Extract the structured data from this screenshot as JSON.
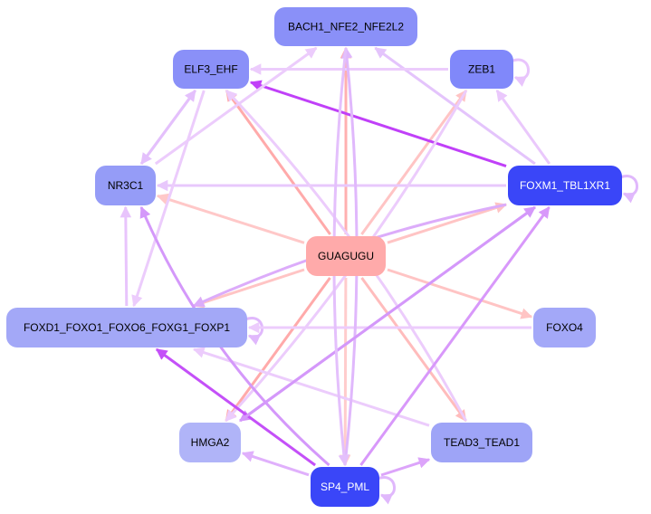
{
  "graph": {
    "title": "Regulatory network",
    "nodes": [
      {
        "id": "BACH1_NFE2_NFE2L2",
        "label": "BACH1_NFE2_NFE2L2",
        "fill": "#8a90f8",
        "text": "#000000"
      },
      {
        "id": "ELF3_EHF",
        "label": "ELF3_EHF",
        "fill": "#8a90f8",
        "text": "#000000"
      },
      {
        "id": "ZEB1",
        "label": "ZEB1",
        "fill": "#8088fa",
        "text": "#000000"
      },
      {
        "id": "NR3C1",
        "label": "NR3C1",
        "fill": "#959cf7",
        "text": "#000000"
      },
      {
        "id": "FOXM1_TBL1XR1",
        "label": "FOXM1_TBL1XR1",
        "fill": "#3a46f8",
        "text": "#ffffff"
      },
      {
        "id": "GUAGUGU",
        "label": "GUAGUGU",
        "fill": "#ffaaaa",
        "text": "#000000"
      },
      {
        "id": "FOXD1_FOXO1_FOXO6_FOXG1_FOXP1",
        "label": "FOXD1_FOXO1_FOXO6_FOXG1_FOXP1",
        "fill": "#a3a8f7",
        "text": "#000000"
      },
      {
        "id": "FOXO4",
        "label": "FOXO4",
        "fill": "#a3a8f8",
        "text": "#000000"
      },
      {
        "id": "HMGA2",
        "label": "HMGA2",
        "fill": "#b0b4f8",
        "text": "#000000"
      },
      {
        "id": "TEAD3_TEAD1",
        "label": "TEAD3_TEAD1",
        "fill": "#9ea4f7",
        "text": "#000000"
      },
      {
        "id": "SP4_PML",
        "label": "SP4_PML",
        "fill": "#3a46f8",
        "text": "#ffffff"
      }
    ],
    "edges": [
      {
        "from": "GUAGUGU",
        "to": "BACH1_NFE2_NFE2L2",
        "color": "#ffb0b0",
        "weight": 3
      },
      {
        "from": "GUAGUGU",
        "to": "ELF3_EHF",
        "color": "#ffaaaa",
        "weight": 3
      },
      {
        "from": "GUAGUGU",
        "to": "ZEB1",
        "color": "#ffc4c4",
        "weight": 3
      },
      {
        "from": "GUAGUGU",
        "to": "NR3C1",
        "color": "#ffc8c8",
        "weight": 3
      },
      {
        "from": "GUAGUGU",
        "to": "FOXM1_TBL1XR1",
        "color": "#ffc4c4",
        "weight": 3
      },
      {
        "from": "GUAGUGU",
        "to": "FOXD1_FOXO1_FOXO6_FOXG1_FOXP1",
        "color": "#ffc4c4",
        "weight": 3
      },
      {
        "from": "GUAGUGU",
        "to": "FOXO4",
        "color": "#ffc4c4",
        "weight": 3
      },
      {
        "from": "GUAGUGU",
        "to": "HMGA2",
        "color": "#ffaaaa",
        "weight": 3
      },
      {
        "from": "GUAGUGU",
        "to": "TEAD3_TEAD1",
        "color": "#ffbcbc",
        "weight": 3
      },
      {
        "from": "GUAGUGU",
        "to": "SP4_PML",
        "color": "#ffcccc",
        "weight": 3
      },
      {
        "from": "FOXM1_TBL1XR1",
        "to": "ELF3_EHF",
        "color": "#c040f8",
        "weight": 3
      },
      {
        "from": "FOXM1_TBL1XR1",
        "to": "NR3C1",
        "color": "#e8c8fc",
        "weight": 3
      },
      {
        "from": "FOXM1_TBL1XR1",
        "to": "ZEB1",
        "color": "#eac8fc",
        "weight": 3
      },
      {
        "from": "FOXM1_TBL1XR1",
        "to": "BACH1_NFE2_NFE2L2",
        "color": "#e4c4fc",
        "weight": 3
      },
      {
        "from": "FOXM1_TBL1XR1",
        "to": "FOXD1_FOXO1_FOXO6_FOXG1_FOXP1",
        "color": "#dcacfa",
        "weight": 3
      },
      {
        "from": "FOXM1_TBL1XR1",
        "to": "HMGA2",
        "color": "#d490fa",
        "weight": 3
      },
      {
        "from": "FOXM1_TBL1XR1",
        "to": "FOXM1_TBL1XR1",
        "color": "#e0b8fc",
        "weight": 3
      },
      {
        "from": "ZEB1",
        "to": "ELF3_EHF",
        "color": "#ecccfc",
        "weight": 3
      },
      {
        "from": "ZEB1",
        "to": "ZEB1",
        "color": "#e8c4fc",
        "weight": 3
      },
      {
        "from": "ZEB1",
        "to": "HMGA2",
        "color": "#ecccfc",
        "weight": 3
      },
      {
        "from": "ELF3_EHF",
        "to": "NR3C1",
        "color": "#e4c0fc",
        "weight": 3
      },
      {
        "from": "NR3C1",
        "to": "ELF3_EHF",
        "color": "#e4c0fc",
        "weight": 3
      },
      {
        "from": "NR3C1",
        "to": "BACH1_NFE2_NFE2L2",
        "color": "#ecccfc",
        "weight": 3
      },
      {
        "from": "ELF3_EHF",
        "to": "FOXD1_FOXO1_FOXO6_FOXG1_FOXP1",
        "color": "#ecccfc",
        "weight": 3
      },
      {
        "from": "FOXD1_FOXO1_FOXO6_FOXG1_FOXP1",
        "to": "NR3C1",
        "color": "#e8c4fc",
        "weight": 3
      },
      {
        "from": "FOXD1_FOXO1_FOXO6_FOXG1_FOXP1",
        "to": "FOXD1_FOXO1_FOXO6_FOXG1_FOXP1",
        "color": "#e0b8fc",
        "weight": 3
      },
      {
        "from": "FOXO4",
        "to": "FOXD1_FOXO1_FOXO6_FOXG1_FOXP1",
        "color": "#ecccfc",
        "weight": 3
      },
      {
        "from": "TEAD3_TEAD1",
        "to": "FOXD1_FOXO1_FOXO6_FOXG1_FOXP1",
        "color": "#ecccfc",
        "weight": 3
      },
      {
        "from": "TEAD3_TEAD1",
        "to": "ELF3_EHF",
        "color": "#ecccfc",
        "weight": 3
      },
      {
        "from": "SP4_PML",
        "to": "NR3C1",
        "color": "#d498fa",
        "weight": 3
      },
      {
        "from": "SP4_PML",
        "to": "FOXD1_FOXO1_FOXO6_FOXG1_FOXP1",
        "color": "#c450f8",
        "weight": 3
      },
      {
        "from": "SP4_PML",
        "to": "HMGA2",
        "color": "#e0b0fc",
        "weight": 3
      },
      {
        "from": "SP4_PML",
        "to": "TEAD3_TEAD1",
        "color": "#dca4fa",
        "weight": 3
      },
      {
        "from": "SP4_PML",
        "to": "FOXM1_TBL1XR1",
        "color": "#d898fa",
        "weight": 3
      },
      {
        "from": "SP4_PML",
        "to": "BACH1_NFE2_NFE2L2",
        "color": "#e0b8fc",
        "weight": 3
      },
      {
        "from": "SP4_PML",
        "to": "SP4_PML",
        "color": "#e0b8fc",
        "weight": 3
      },
      {
        "from": "HMGA2",
        "to": "FOXM1_TBL1XR1",
        "color": "#d498fa",
        "weight": 3
      },
      {
        "from": "BACH1_NFE2_NFE2L2",
        "to": "SP4_PML",
        "color": "#e4c0fc",
        "weight": 3
      }
    ]
  }
}
